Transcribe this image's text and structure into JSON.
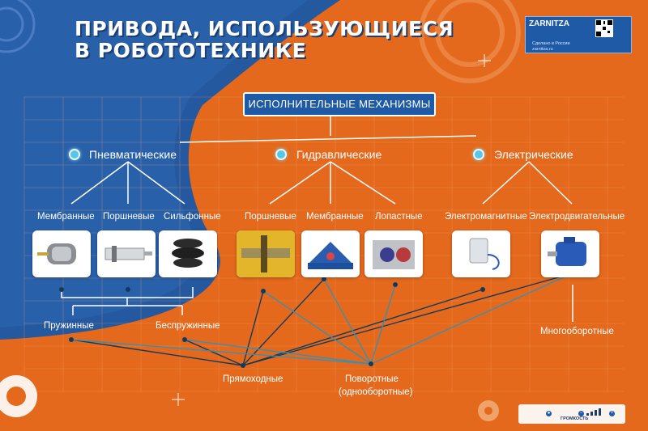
{
  "title": {
    "line1": "ПРИВОДА, ИСПОЛЬЗУЮЩИЕСЯ",
    "line2": "В РОБОТОТЕХНИКЕ"
  },
  "logo": {
    "brand": "ZARNITZA",
    "made_in": "Сделано в России",
    "site": "zarnitza.ru"
  },
  "root": "ИСПОЛНИТЕЛЬНЫЕ МЕХАНИЗМЫ",
  "categories": [
    {
      "name": "Пневматические",
      "types": [
        "Мембранные",
        "Поршневые",
        "Сильфонные"
      ]
    },
    {
      "name": "Гидравлические",
      "types": [
        "Поршневые",
        "Мембранные",
        "Лопастные"
      ]
    },
    {
      "name": "Электрические",
      "types": [
        "Электромагнитные",
        "Электродвигательные"
      ]
    }
  ],
  "motion_types": {
    "spring": "Пружинные",
    "springless": "Беспружинные",
    "linear": "Прямоходные",
    "rotary": "Поворотные",
    "rotary_note": "(однооборотные)",
    "multiturn": "Многооборотные"
  },
  "volume_control": {
    "label": "ГРОМКОСТЬ"
  },
  "colors": {
    "orange": "#e4691c",
    "blue": "#1f5aa6",
    "dark_blue_line": "#123a5c",
    "teal_line": "#3a8fb0"
  }
}
